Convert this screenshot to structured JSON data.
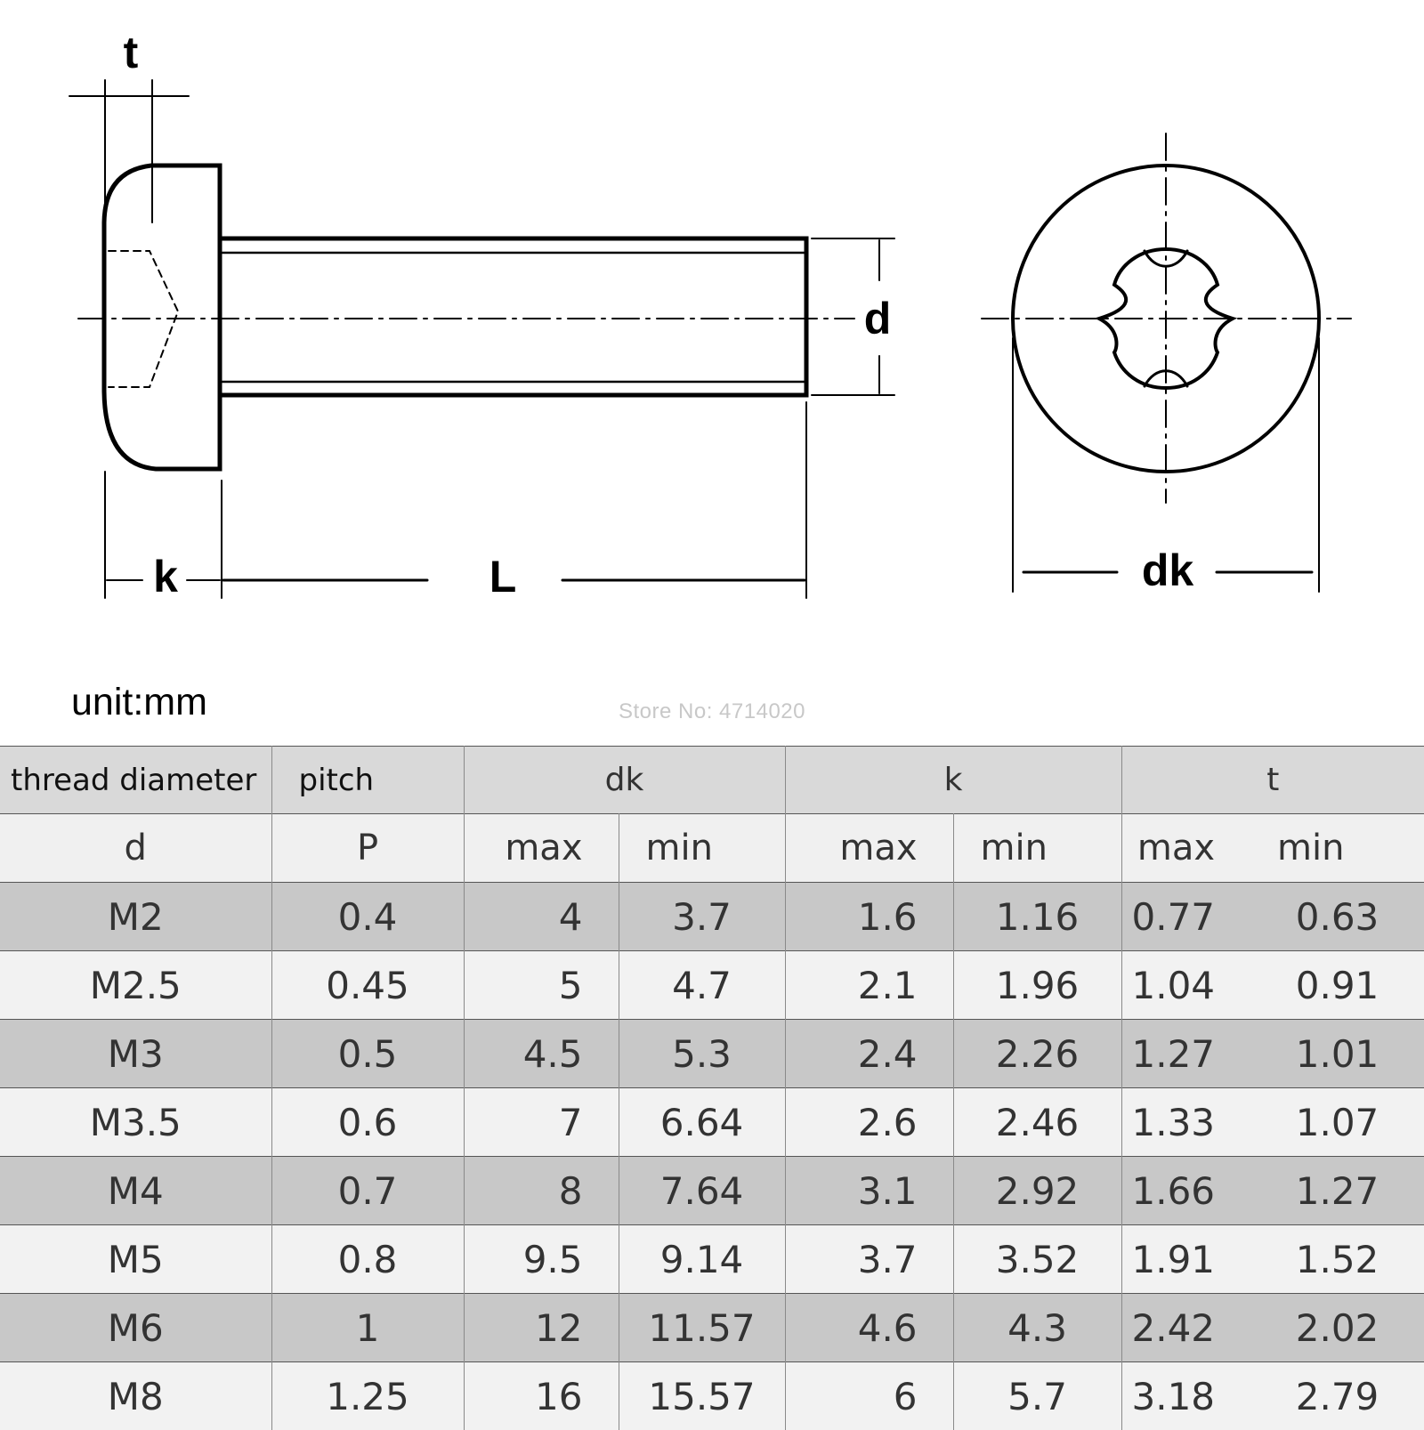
{
  "drawing": {
    "labels": {
      "t": "t",
      "k": "k",
      "L": "L",
      "d": "d",
      "dk": "dk"
    }
  },
  "unit": "unit:mm",
  "watermark": "Store No: 4714020",
  "table": {
    "header1": {
      "thread": "thread diameter",
      "pitch": "pitch",
      "dk": "dk",
      "k": "k",
      "t": "t"
    },
    "header2": {
      "d": "d",
      "p": "P",
      "dk_max": "max",
      "dk_min": "min",
      "k_max": "max",
      "k_min": "min",
      "t_max": "max",
      "t_min": "min"
    },
    "rows": [
      [
        "M2",
        "0.4",
        "4",
        "3.7",
        "1.6",
        "1.16",
        "0.77",
        "0.63"
      ],
      [
        "M2.5",
        "0.45",
        "5",
        "4.7",
        "2.1",
        "1.96",
        "1.04",
        "0.91"
      ],
      [
        "M3",
        "0.5",
        "4.5",
        "5.3",
        "2.4",
        "2.26",
        "1.27",
        "1.01"
      ],
      [
        "M3.5",
        "0.6",
        "7",
        "6.64",
        "2.6",
        "2.46",
        "1.33",
        "1.07"
      ],
      [
        "M4",
        "0.7",
        "8",
        "7.64",
        "3.1",
        "2.92",
        "1.66",
        "1.27"
      ],
      [
        "M5",
        "0.8",
        "9.5",
        "9.14",
        "3.7",
        "3.52",
        "1.91",
        "1.52"
      ],
      [
        "M6",
        "1",
        "12",
        "11.57",
        "4.6",
        "4.3",
        "2.42",
        "2.02"
      ],
      [
        "M8",
        "1.25",
        "16",
        "15.57",
        "6",
        "5.7",
        "3.18",
        "2.79"
      ]
    ]
  }
}
